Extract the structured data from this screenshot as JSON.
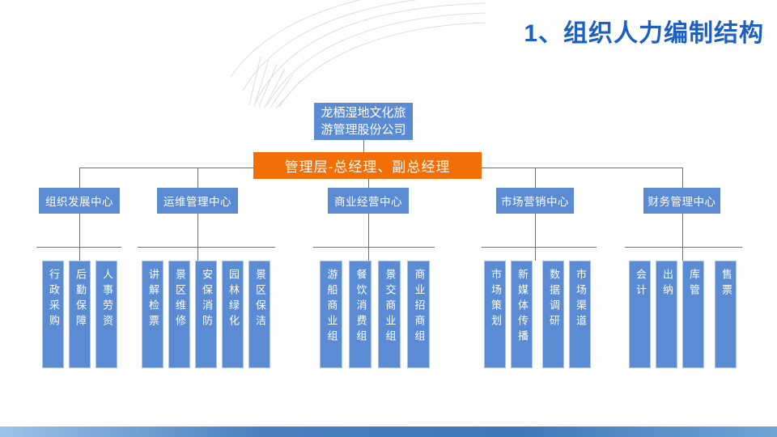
{
  "title": {
    "text": "1、组织人力编制结构"
  },
  "org_chart": {
    "root": {
      "label": "龙栖湿地文化旅游管理股份公司"
    },
    "management": {
      "label": "管理层-总经理、副总经理"
    },
    "departments": [
      {
        "label": "组织发展中心",
        "units": [
          "行政采购",
          "后勤保障",
          "人事劳资"
        ]
      },
      {
        "label": "运维管理中心",
        "units": [
          "讲解检票",
          "景区维修",
          "安保消防",
          "园林绿化",
          "景区保洁"
        ]
      },
      {
        "label": "商业经营中心",
        "units": [
          "游船商业组",
          "餐饮消费组",
          "景交商业组",
          "商业招商组"
        ]
      },
      {
        "label": "市场营销中心",
        "units": [
          "市场策划",
          "新媒体传播",
          "数据调研",
          "市场渠道"
        ]
      },
      {
        "label": "财务管理中心",
        "units": [
          "会计",
          "出纳",
          "库管",
          "售票"
        ]
      }
    ]
  },
  "colors": {
    "title_blue": "#1E5FC2",
    "node_blue": "#5B8BD3",
    "node_border": "#A9C5E8",
    "management_orange": "#F26F08",
    "connector_gray": "#707070",
    "arc_gray": "#DEDEDE",
    "footer_gradient": [
      "#9CC3EA",
      "#4A80C0",
      "#3F78BA",
      "#6FA3D8"
    ]
  }
}
